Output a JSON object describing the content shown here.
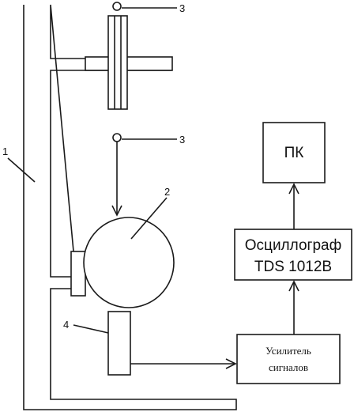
{
  "labels": {
    "stand": "1",
    "sphere": "2",
    "ball_top": "3",
    "ball_mid": "3",
    "sensor": "4"
  },
  "boxes": {
    "pc": {
      "line1": "ПК"
    },
    "oscilloscope": {
      "line1": "Осциллограф",
      "line2": "TDS 1012B"
    },
    "amplifier": {
      "line1": "Усилитель",
      "line2": "сигналов"
    }
  }
}
